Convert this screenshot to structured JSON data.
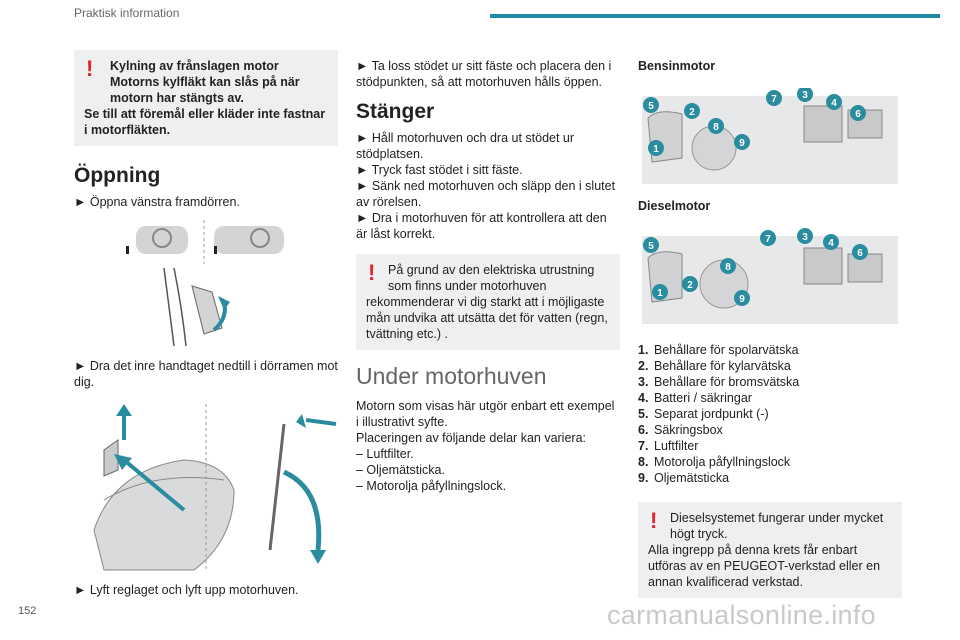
{
  "header": {
    "section": "Praktisk information"
  },
  "page_number": "152",
  "watermark": "carmanualsonline.info",
  "col1": {
    "warning": {
      "line1": "Kylning av frånslagen motor",
      "line2": "Motorns kylfläkt kan slås på när motorn har stängts av.",
      "line3": "Se till att föremål eller kläder inte fastnar i motorfläkten."
    },
    "heading": "Öppning",
    "step1": "► Öppna vänstra framdörren.",
    "step2": "► Dra det inre handtaget nedtill i dörramen mot dig.",
    "step3": "► Lyft reglaget och lyft upp motorhuven."
  },
  "col2": {
    "step1": "► Ta loss stödet ur sitt fäste och placera den i stödpunkten, så att motorhuven hålls öppen.",
    "heading": "Stänger",
    "steps": [
      "► Håll motorhuven och dra ut stödet ur stödplatsen.",
      "► Tryck fast stödet i sitt fäste.",
      "► Sänk ned motorhuven och släpp den i slutet av rörelsen.",
      "► Dra i motorhuven för att kontrollera att den är låst korrekt."
    ],
    "warning": {
      "first": "På grund av den elektriska utrustning som finns under motorhuven",
      "rest": "rekommenderar vi dig starkt att i möjligaste mån undvika att utsätta det för vatten (regn, tvättning etc.) ."
    },
    "heading2": "Under motorhuven",
    "body": [
      "Motorn som visas här utgör enbart ett exempel i illustrativt syfte.",
      "Placeringen av följande delar kan variera:",
      "– Luftfilter.",
      "– Oljemätsticka.",
      "– Motorolja påfyllningslock."
    ]
  },
  "col3": {
    "petrol_label": "Bensinmotor",
    "diesel_label": "Dieselmotor",
    "parts": [
      {
        "num": "1.",
        "label": "Behållare för spolarvätska"
      },
      {
        "num": "2.",
        "label": "Behållare för kylarvätska"
      },
      {
        "num": "3.",
        "label": "Behållare för bromsvätska"
      },
      {
        "num": "4.",
        "label": "Batteri / säkringar"
      },
      {
        "num": "5.",
        "label": "Separat jordpunkt (-)"
      },
      {
        "num": "6.",
        "label": "Säkringsbox"
      },
      {
        "num": "7.",
        "label": "Luftfilter"
      },
      {
        "num": "8.",
        "label": "Motorolja påfyllningslock"
      },
      {
        "num": "9.",
        "label": "Oljemätsticka"
      }
    ],
    "warning": {
      "first": "Dieselsystemet fungerar under mycket högt tryck.",
      "rest": "Alla ingrepp på denna krets får enbart utföras av en PEUGEOT-verkstad eller en annan kvalificerad verkstad."
    },
    "callouts": [
      "1",
      "2",
      "3",
      "4",
      "5",
      "6",
      "7",
      "8",
      "9"
    ]
  },
  "colors": {
    "accent": "#1f8aa1",
    "warning": "#e1252b",
    "callout": "#2a8c9f",
    "box": "#eeeff0"
  }
}
